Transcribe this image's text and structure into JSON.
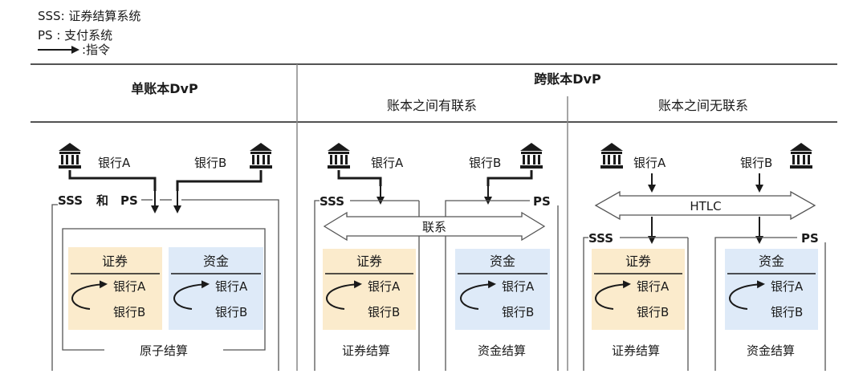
{
  "legend": {
    "sss": "SSS: 证券结算系统",
    "ps": "PS  : 支付系统",
    "arrow": ":指令"
  },
  "headers": {
    "single": "单账本DvP",
    "cross": "跨账本DvP",
    "linked": "账本之间有联系",
    "unlinked": "账本之间无联系"
  },
  "labels": {
    "bank_a": "银行A",
    "bank_b": "银行B",
    "sss": "SSS",
    "and": "和",
    "ps": "PS",
    "securities": "证券",
    "funds": "资金",
    "link": "联系",
    "htlc": "HTLC",
    "atomic": "原子结算",
    "sec_settle": "证券结算",
    "fund_settle": "资金结算"
  },
  "colors": {
    "securities_bg": "#fbebcc",
    "funds_bg": "#deeaf8"
  }
}
